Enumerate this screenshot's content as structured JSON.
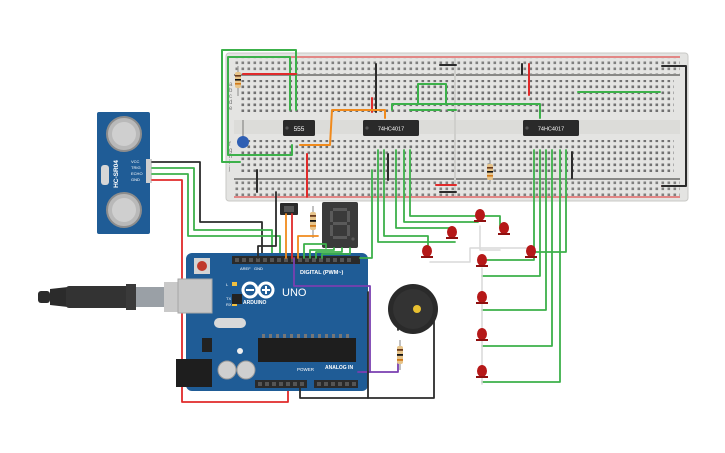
{
  "breadboard": {
    "row_labels_top": [
      "a",
      "b",
      "c",
      "d",
      "e"
    ],
    "row_labels_bottom": [
      "f",
      "g",
      "h",
      "i",
      "j"
    ]
  },
  "timer_chip": {
    "label": "555"
  },
  "counter_chips": [
    {
      "label": "74HC4017"
    },
    {
      "label": "74HC4017"
    }
  ],
  "sensor": {
    "label": "HC-SR04",
    "pins": [
      "VCC",
      "TRIG",
      "ECHO",
      "GND"
    ]
  },
  "arduino": {
    "brand": "ARDUINO",
    "model": "UNO",
    "digital_header": "DIGITAL (PWM~)",
    "analog_header": "ANALOG IN",
    "power_header": "POWER",
    "led_labels": [
      "L",
      "TX",
      "RX"
    ],
    "aref_label": "AREF",
    "gnd_label": "GND"
  },
  "seven_segment": {
    "digit": ""
  },
  "colors": {
    "board_blue": "#1f5c96",
    "wire_green": "#3cb14a",
    "wire_red": "#e02a2a",
    "wire_black": "#2b2b2b",
    "wire_orange": "#f08a1c",
    "wire_purple": "#7a3fb0",
    "led_red": "#b51818"
  },
  "icons": [
    "usb-cable-icon",
    "buzzer-icon",
    "led-icon",
    "resistor-icon",
    "capacitor-icon",
    "potentiometer-icon"
  ]
}
